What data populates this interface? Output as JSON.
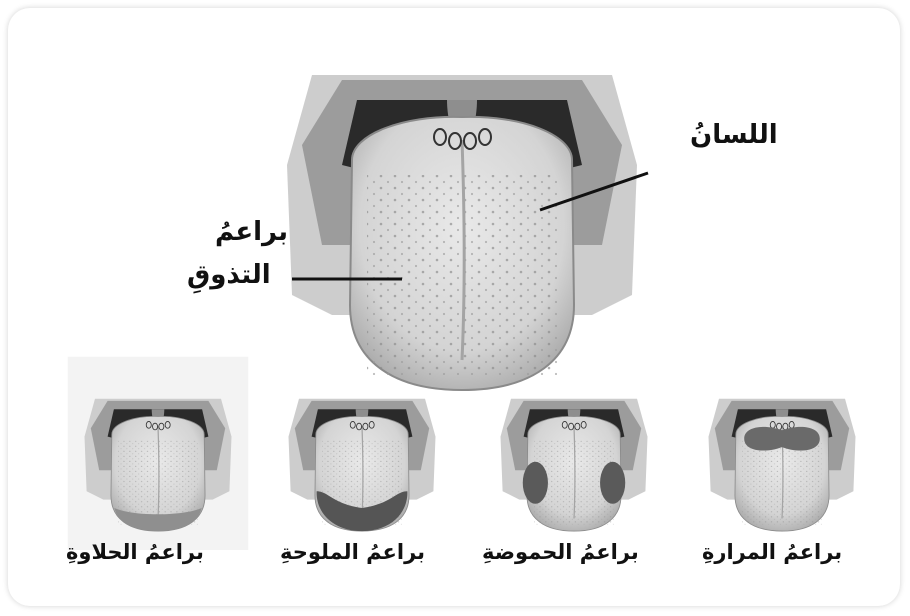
{
  "labels": {
    "tongue": "اللسانُ",
    "taste_buds_line1": "براعمُ",
    "taste_buds_line2": "التذوقِ"
  },
  "panels": [
    {
      "caption": "براعمُ الحلاوةِ",
      "region": "sweet"
    },
    {
      "caption": "براعمُ الملوحةِ",
      "region": "salty"
    },
    {
      "caption": "براعمُ الحموضةِ",
      "region": "sour"
    },
    {
      "caption": "براعمُ المرارةِ",
      "region": "bitter"
    }
  ],
  "colors": {
    "mouth_outer": "#c8c8c8",
    "mouth_mid": "#9a9a9a",
    "throat": "#262626",
    "tongue": "#d6d6d6",
    "taste_region": "#5a5a5a"
  }
}
